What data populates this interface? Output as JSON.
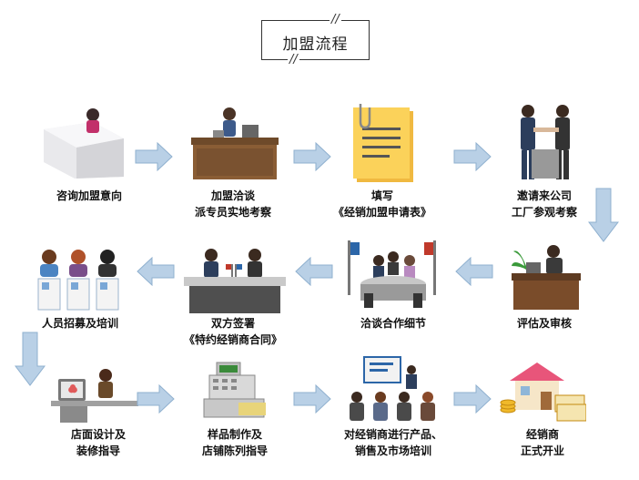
{
  "title": "加盟流程",
  "steps": [
    {
      "lines": [
        "咨询加盟意向"
      ],
      "icon": "reception-desk-icon"
    },
    {
      "lines": [
        "加盟洽谈",
        "派专员实地考察"
      ],
      "icon": "office-desk-meeting-icon"
    },
    {
      "lines": [
        "填写",
        "《经销加盟申请表》"
      ],
      "icon": "application-form-icon"
    },
    {
      "lines": [
        "邀请来公司",
        "工厂参观考察"
      ],
      "icon": "handshake-icon"
    },
    {
      "lines": [
        "评估及审核"
      ],
      "icon": "manager-desk-icon"
    },
    {
      "lines": [
        "洽谈合作细节"
      ],
      "icon": "conference-table-icon"
    },
    {
      "lines": [
        "双方签署",
        "《特约经销商合同》"
      ],
      "icon": "contract-signing-icon"
    },
    {
      "lines": [
        "人员招募及培训"
      ],
      "icon": "staff-profiles-icon"
    },
    {
      "lines": [
        "店面设计及",
        "装修指导"
      ],
      "icon": "designer-computer-icon"
    },
    {
      "lines": [
        "样品制作及",
        "店铺陈列指导"
      ],
      "icon": "cash-register-icon"
    },
    {
      "lines": [
        "对经销商进行产品、",
        "销售及市场培训"
      ],
      "icon": "training-presentation-icon"
    },
    {
      "lines": [
        "经销商",
        "正式开业"
      ],
      "icon": "house-coins-icon"
    }
  ],
  "colors": {
    "arrow_fill": "#b9d0e6",
    "arrow_stroke": "#8fb0cf",
    "form": "#fbd25a",
    "house_roof": "#e8557a",
    "coin": "#f0b92a"
  }
}
